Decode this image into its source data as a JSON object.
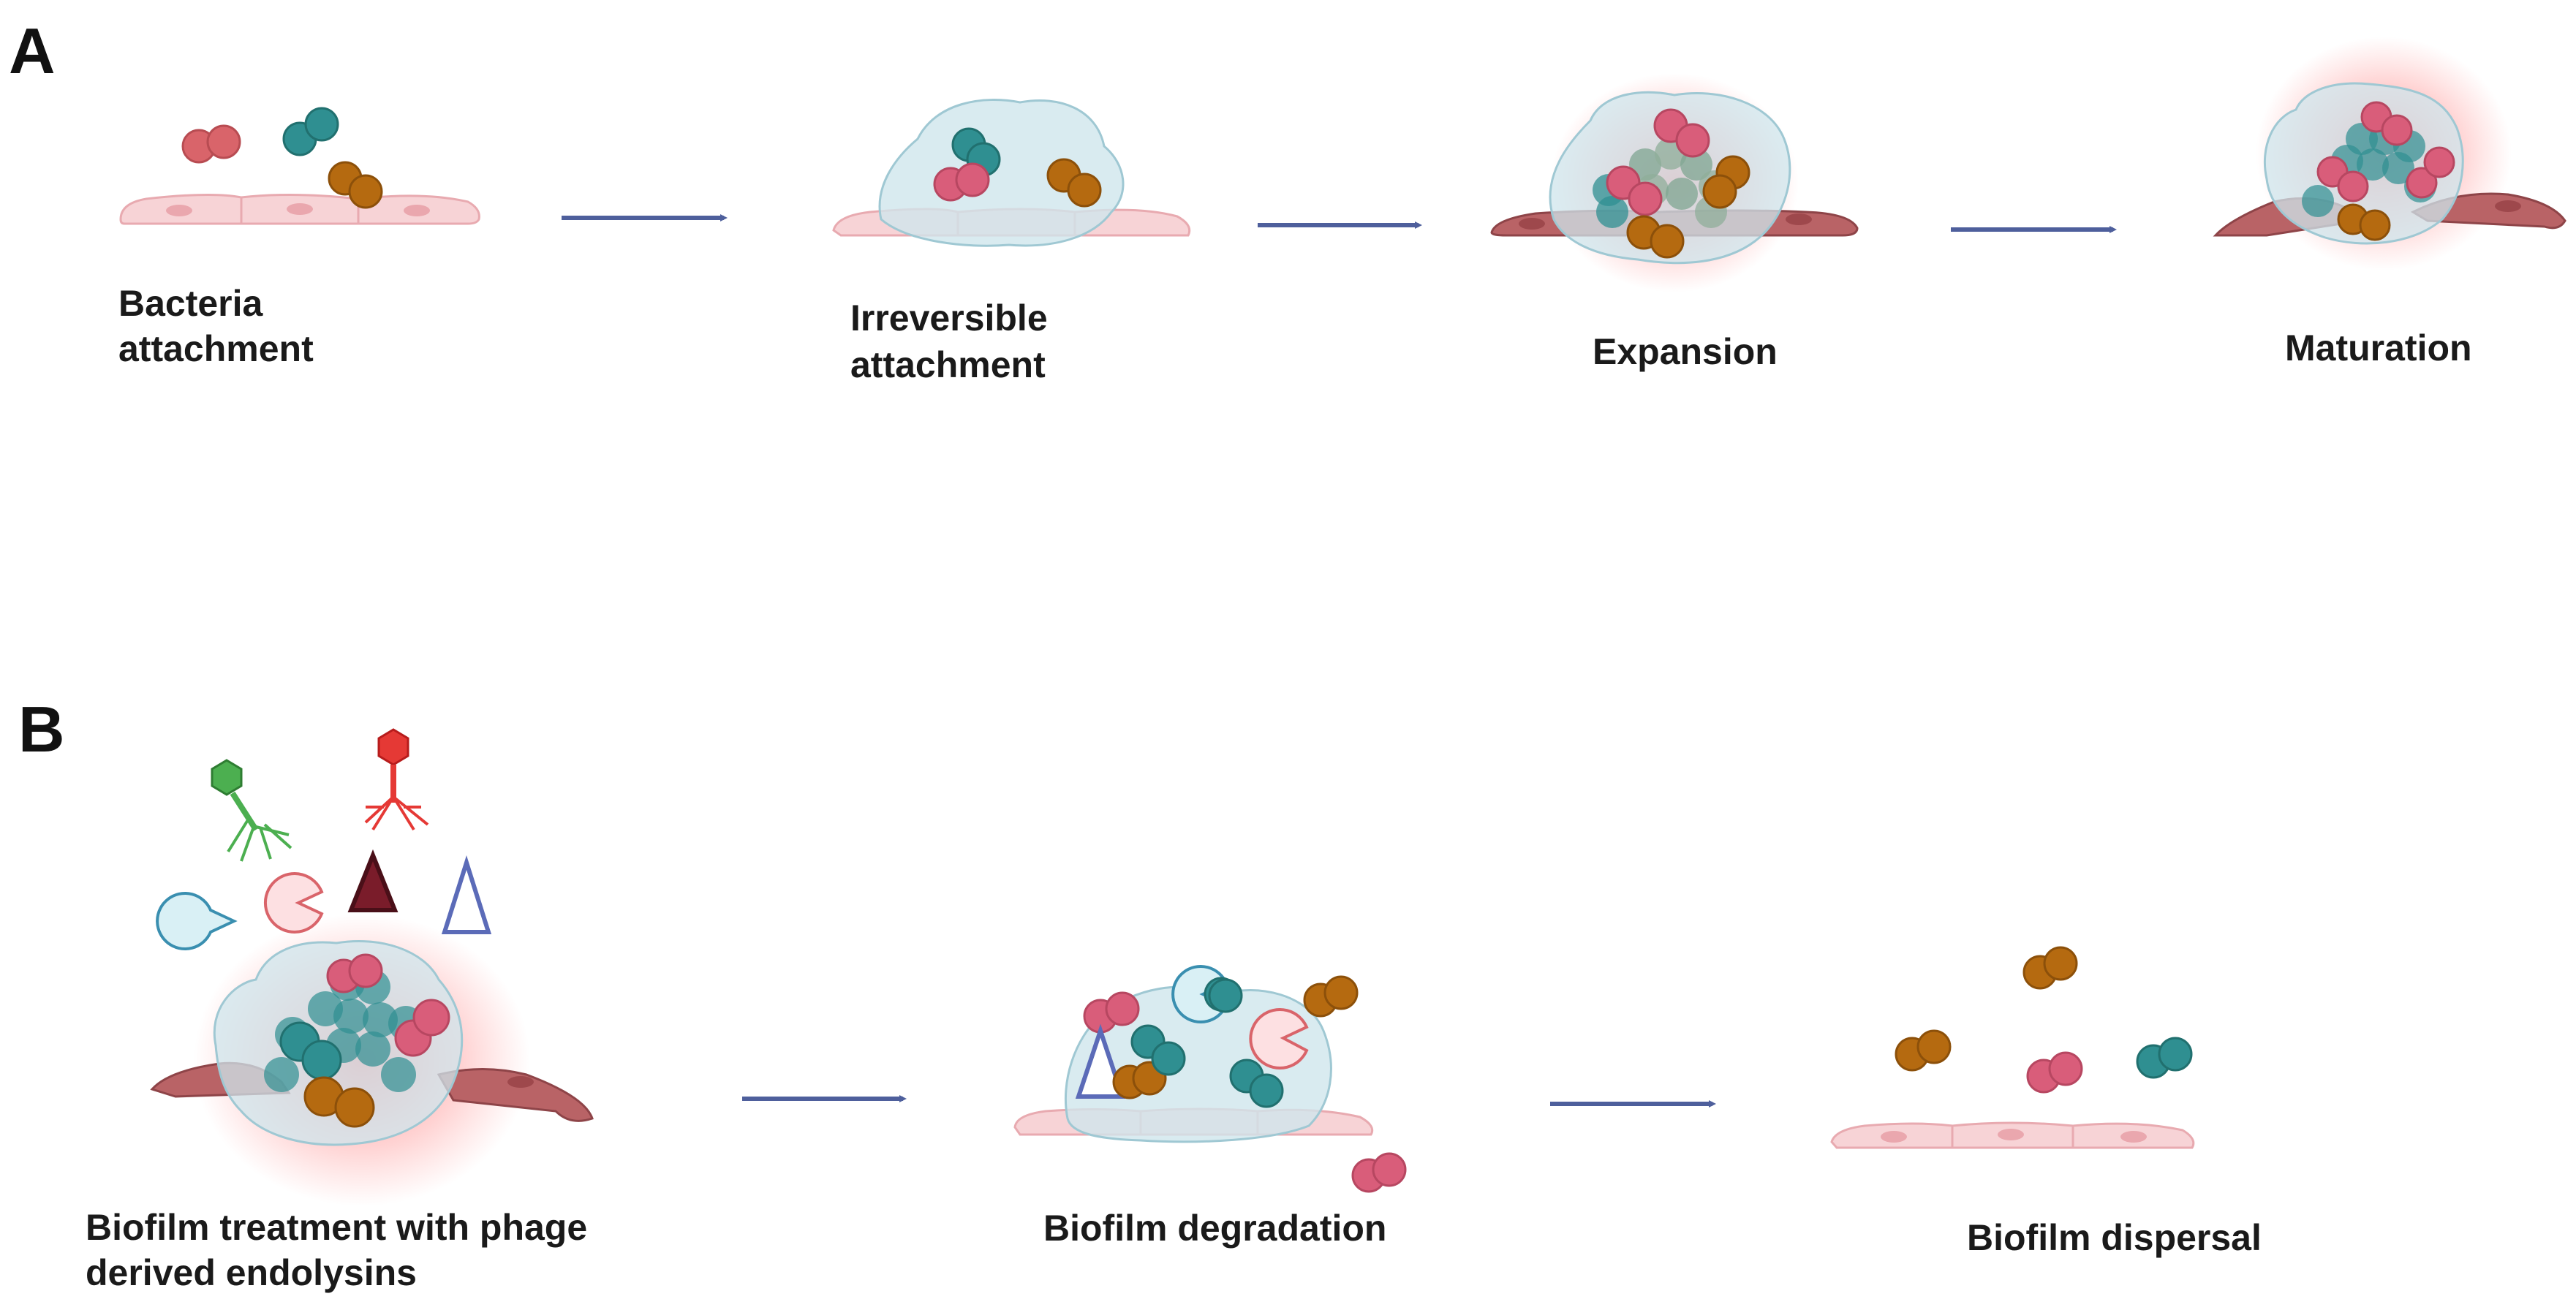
{
  "panels": [
    {
      "label": "A",
      "steps": [
        {
          "lines": [
            "Bacteria",
            "attachment"
          ]
        },
        {
          "lines": [
            "Irreversible",
            "attachment"
          ]
        },
        {
          "lines": [
            "Expansion"
          ]
        },
        {
          "lines": [
            "Maturation"
          ]
        }
      ]
    },
    {
      "label": "B",
      "steps": [
        {
          "lines": [
            "Biofilm treatment with phage",
            "derived endolysins"
          ]
        },
        {
          "lines": [
            "Biofilm degradation"
          ]
        },
        {
          "lines": [
            "Biofilm dispersal"
          ]
        }
      ]
    }
  ],
  "colors": {
    "pink_bacteria": "#d95d7a",
    "teal_bacteria": "#2f8f91",
    "brown_bacteria": "#b56a10",
    "red_bacteria": "#d9646a",
    "biofilm_matrix": "#cfe6ec",
    "host_cell_healthy": "#f7d3d6",
    "host_cell_damaged": "#b96366",
    "arrow": "#4e5f9c",
    "inflammation_glow": "#ff3030",
    "phage_green": "#4caf50",
    "phage_red": "#e53935"
  },
  "icons": [
    "bacteria-diplococcus-icon",
    "host-cell-icon",
    "biofilm-matrix-icon",
    "bacteriophage-icon",
    "endolysin-pacman-icon",
    "endolysin-triangle-icon",
    "process-arrow-icon"
  ]
}
